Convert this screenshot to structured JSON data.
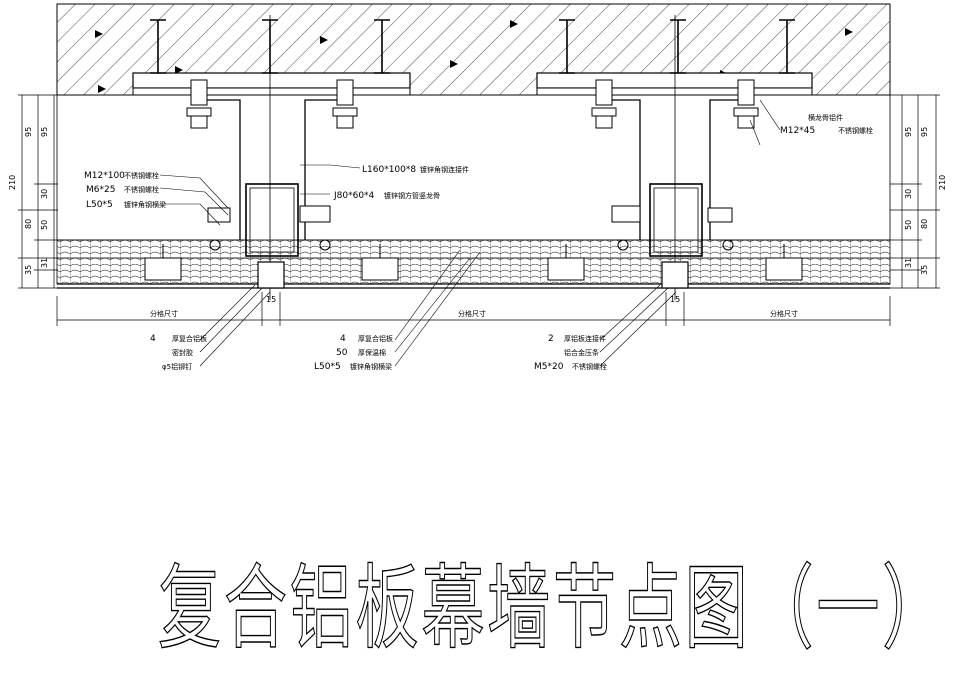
{
  "title": "复合铝板幕墙节点图（一）",
  "callouts_right": {
    "item1": "横龙骨铝件",
    "item2": "M12*45",
    "item2_note": "不锈钢螺栓"
  },
  "callouts_mid": {
    "c1": "L160*100*8",
    "c1_note": "镀锌角钢连接件",
    "c2": "J80*60*4",
    "c2_note": "镀锌钢方管竖龙骨"
  },
  "callouts_left": {
    "m12": "M12*100",
    "m12_note": "不锈钢螺栓",
    "m6": "M6*25",
    "m6_note": "不锈钢螺栓",
    "l50": "L50*5",
    "l50_note": "镀锌角钢横梁"
  },
  "bottom_left": {
    "n4": "4",
    "n4_note": "厚复合铝板",
    "seal": "密封胶",
    "rivet": "φ5铝铆钉"
  },
  "bottom_mid": {
    "n4": "4",
    "n4_note": "厚复合铝板",
    "n50": "50",
    "n50_note": "厚保温棉",
    "l50": "L50*5",
    "l50_note": "镀锌角钢横梁"
  },
  "bottom_right": {
    "n2": "2",
    "n2_note": "厚铝板连接件",
    "n2b": "铝合金压条",
    "m5": "M5*20",
    "m5_note": "不锈钢螺栓"
  },
  "dims_left": {
    "d95a": "95",
    "d95b": "95",
    "d210": "210",
    "d30": "30",
    "d80": "80",
    "d50": "50",
    "d35": "35",
    "d31": "31"
  },
  "dims_right": {
    "d95a": "95",
    "d95b": "95",
    "d210": "210",
    "d30": "30",
    "d80": "80",
    "d50": "50",
    "d35": "35",
    "d31": "31"
  },
  "dims_bottom": {
    "w1": "15",
    "w2": "15",
    "s1": "分格尺寸",
    "s2": "分格尺寸",
    "s3": "分格尺寸"
  }
}
